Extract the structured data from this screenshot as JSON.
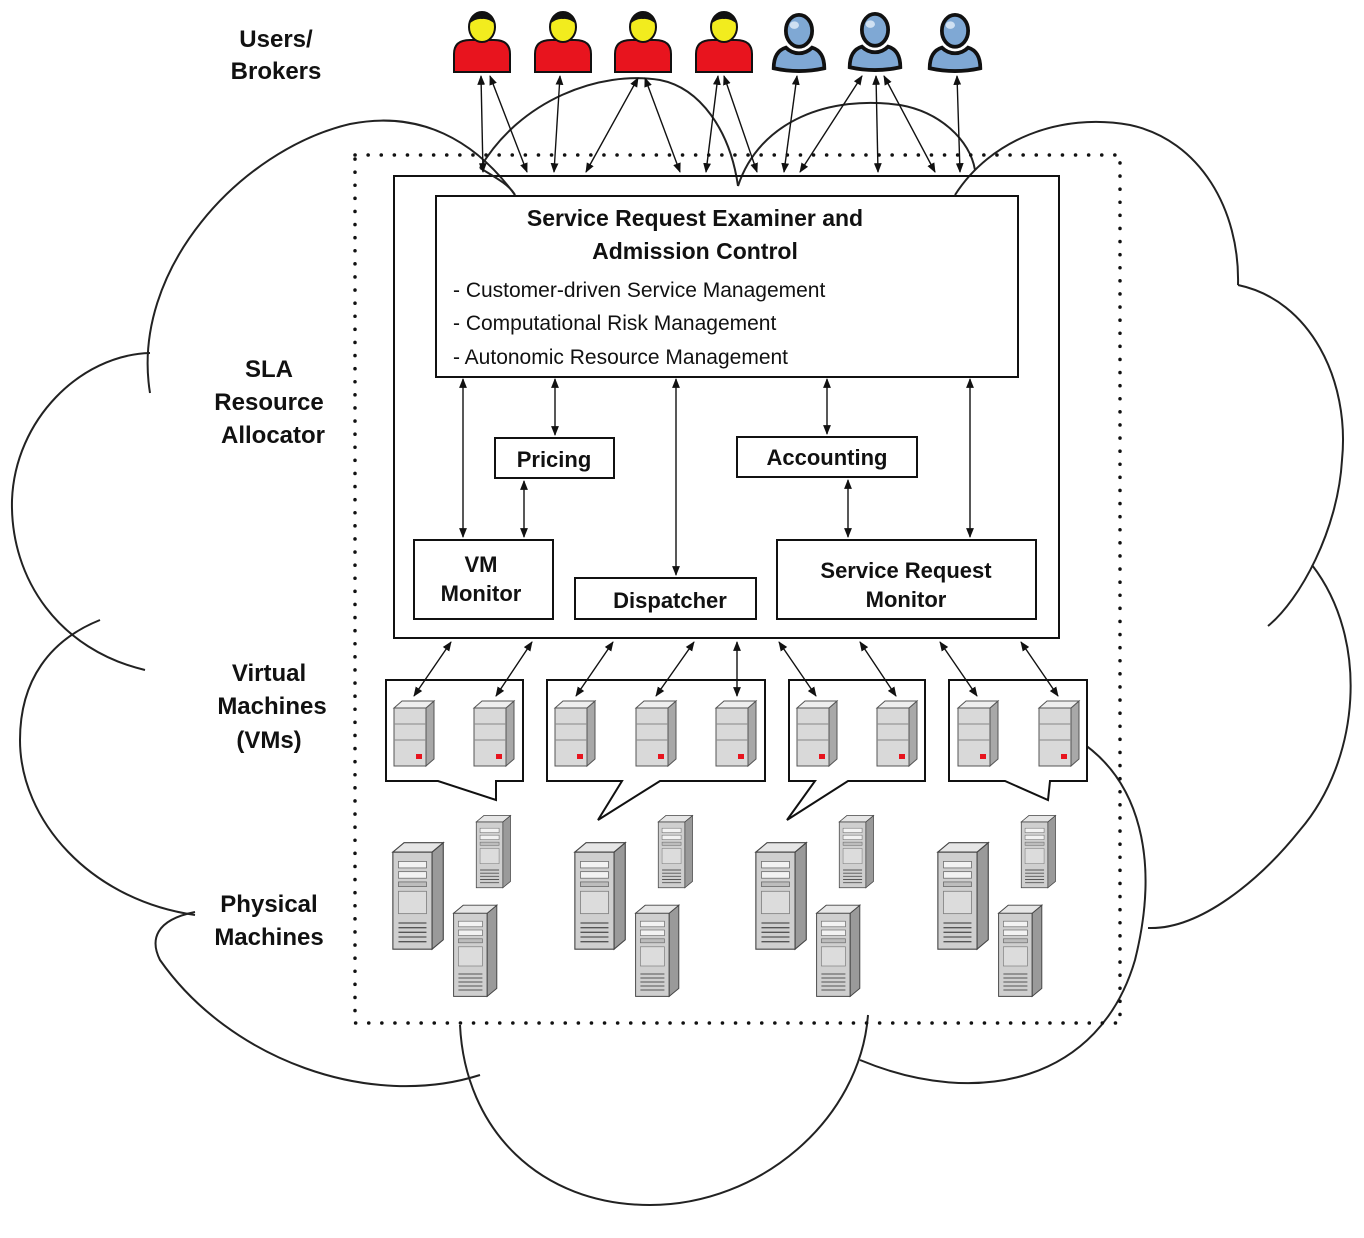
{
  "layer_labels": {
    "users": [
      "Users/",
      "Brokers"
    ],
    "sla": [
      "SLA",
      "Resource",
      "Allocator"
    ],
    "vms": [
      "Virtual",
      "Machines",
      "(VMs)"
    ],
    "physical": [
      "Physical",
      "Machines"
    ]
  },
  "examiner": {
    "title": [
      "Service Request Examiner and",
      "Admission Control"
    ],
    "items": [
      "- Customer-driven Service Management",
      "- Computational Risk Management",
      "- Autonomic Resource Management"
    ]
  },
  "components": {
    "pricing": "Pricing",
    "accounting": "Accounting",
    "vm_monitor": [
      "VM",
      "Monitor"
    ],
    "dispatcher": "Dispatcher",
    "service_request_monitor": [
      "Service Request",
      "Monitor"
    ]
  },
  "users": {
    "red_count": 4,
    "blue_count": 3
  },
  "colors": {
    "user_red": "#e8141e",
    "user_yellow": "#f2ec1e",
    "user_blue": "#7fa8d4",
    "server_gray": "#c8c8c8",
    "led_red": "#e8141e"
  }
}
